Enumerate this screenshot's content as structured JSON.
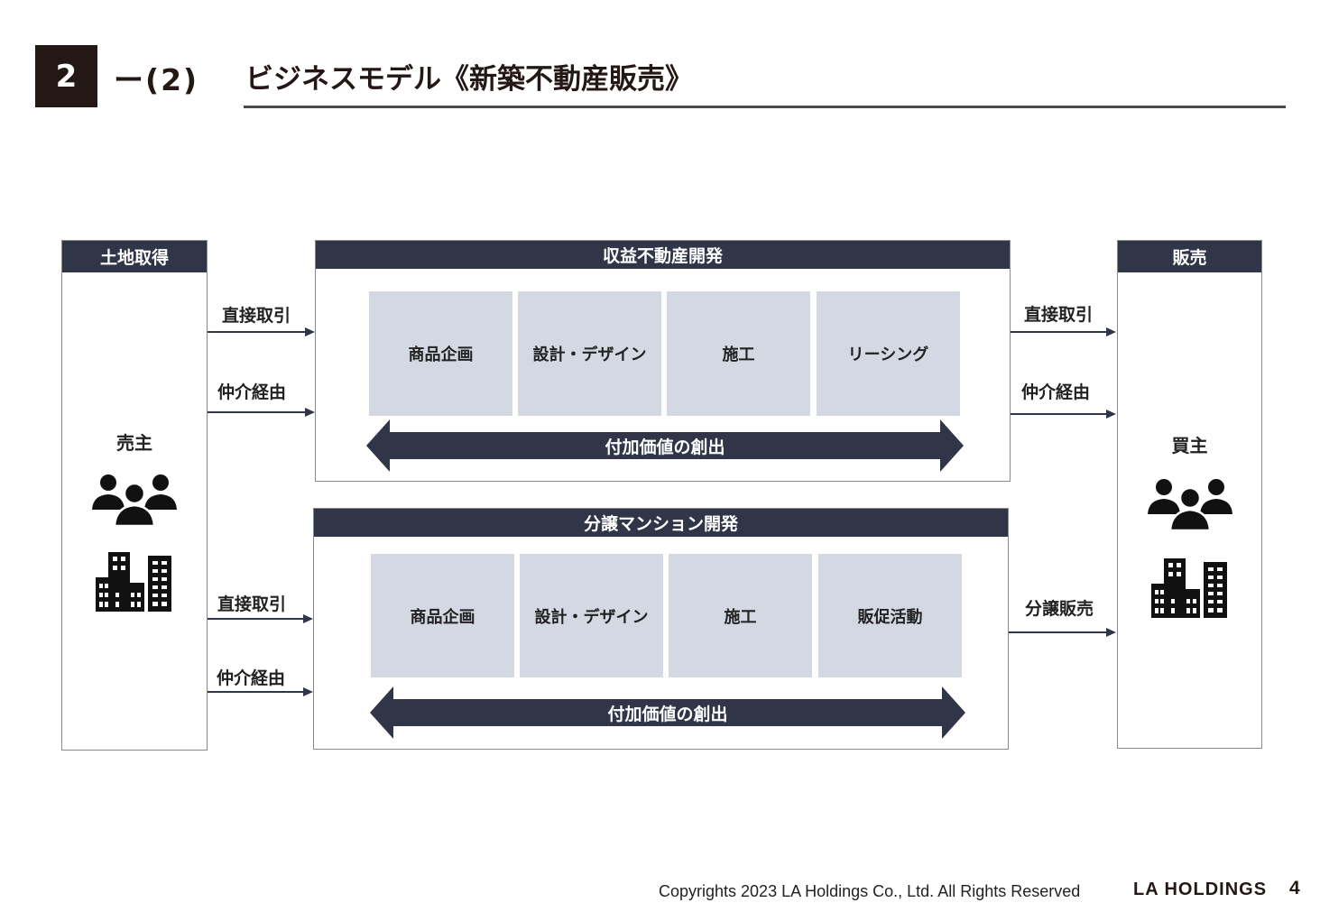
{
  "header": {
    "section_number": "2",
    "section_sub": "ー(2)",
    "title": "ビジネスモデル《新築不動産販売》"
  },
  "land": {
    "heading": "土地取得",
    "party": "売主"
  },
  "sales": {
    "heading": "販売",
    "party": "買主"
  },
  "income_dev": {
    "heading": "収益不動産開発",
    "steps": [
      "商品企画",
      "設計・デザイン",
      "施工",
      "リーシング"
    ],
    "value_label": "付加価値の創出",
    "in_routes": [
      "直接取引",
      "仲介経由"
    ],
    "out_routes": [
      "直接取引",
      "仲介経由"
    ]
  },
  "condo_dev": {
    "heading": "分譲マンション開発",
    "steps": [
      "商品企画",
      "設計・デザイン",
      "施工",
      "販促活動"
    ],
    "value_label": "付加価値の創出",
    "in_routes": [
      "直接取引",
      "仲介経由"
    ],
    "out_routes": [
      "分譲販売"
    ]
  },
  "footer": {
    "copyright": "Copyrights 2023 LA Holdings Co., Ltd.  All Rights Reserved",
    "logo": "LA HOLDINGS",
    "page": "4"
  },
  "colors": {
    "header_bg": "#303548",
    "step_bg": "#d4d8e2",
    "badge_bg": "#231815"
  },
  "icons": [
    "people-group-icon",
    "buildings-icon"
  ]
}
